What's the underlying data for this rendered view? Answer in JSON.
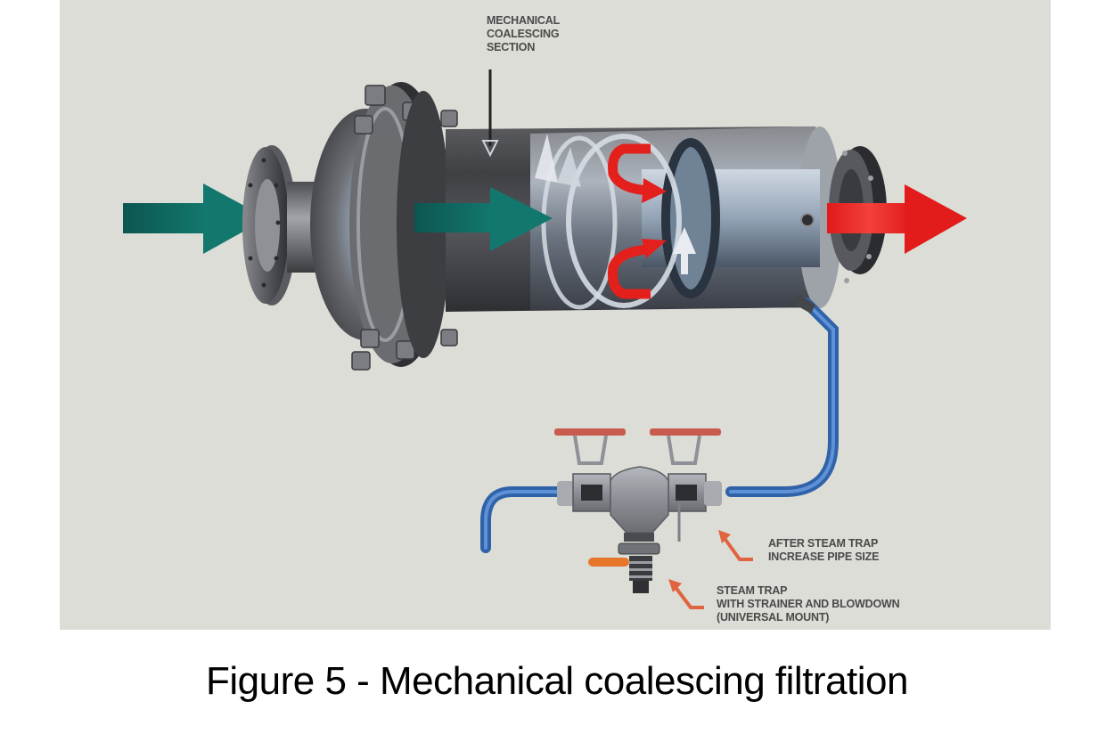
{
  "figure": {
    "caption": "Figure 5 - Mechanical coalescing filtration",
    "background_color": "#dcddd7",
    "labels": {
      "coalescing_section": {
        "lines": [
          "MECHANICAL",
          "COALESCING",
          "SECTION"
        ]
      },
      "after_steam_trap": {
        "lines": [
          "AFTER STEAM TRAP",
          "INCREASE PIPE SIZE"
        ]
      },
      "steam_trap": {
        "lines": [
          "STEAM TRAP",
          "WITH STRAINER AND BLOWDOWN",
          "(UNIVERSAL MOUNT)"
        ]
      }
    },
    "colors": {
      "inlet_flow": "#0f6b63",
      "outlet_flow": "#e21b1b",
      "swirl_arrows": "#e3201b",
      "drain_pipe": "#3a76c4",
      "valve_handles": "#c95a4e",
      "blowdown_handle": "#e8762a",
      "pointer_arrows": "#e0643f",
      "housing_dark": "#4a4b4f",
      "housing_light": "#b9bcc2"
    },
    "components": [
      "inlet-flow-arrow",
      "inlet-flange",
      "housing-cap",
      "bolted-flange",
      "coalescing-housing",
      "coalescing-section-pointer",
      "swirl-vanes",
      "outlet-flange",
      "outlet-flow-arrow",
      "drain-pipe",
      "isolation-valves",
      "steam-trap",
      "blowdown-valve"
    ]
  }
}
